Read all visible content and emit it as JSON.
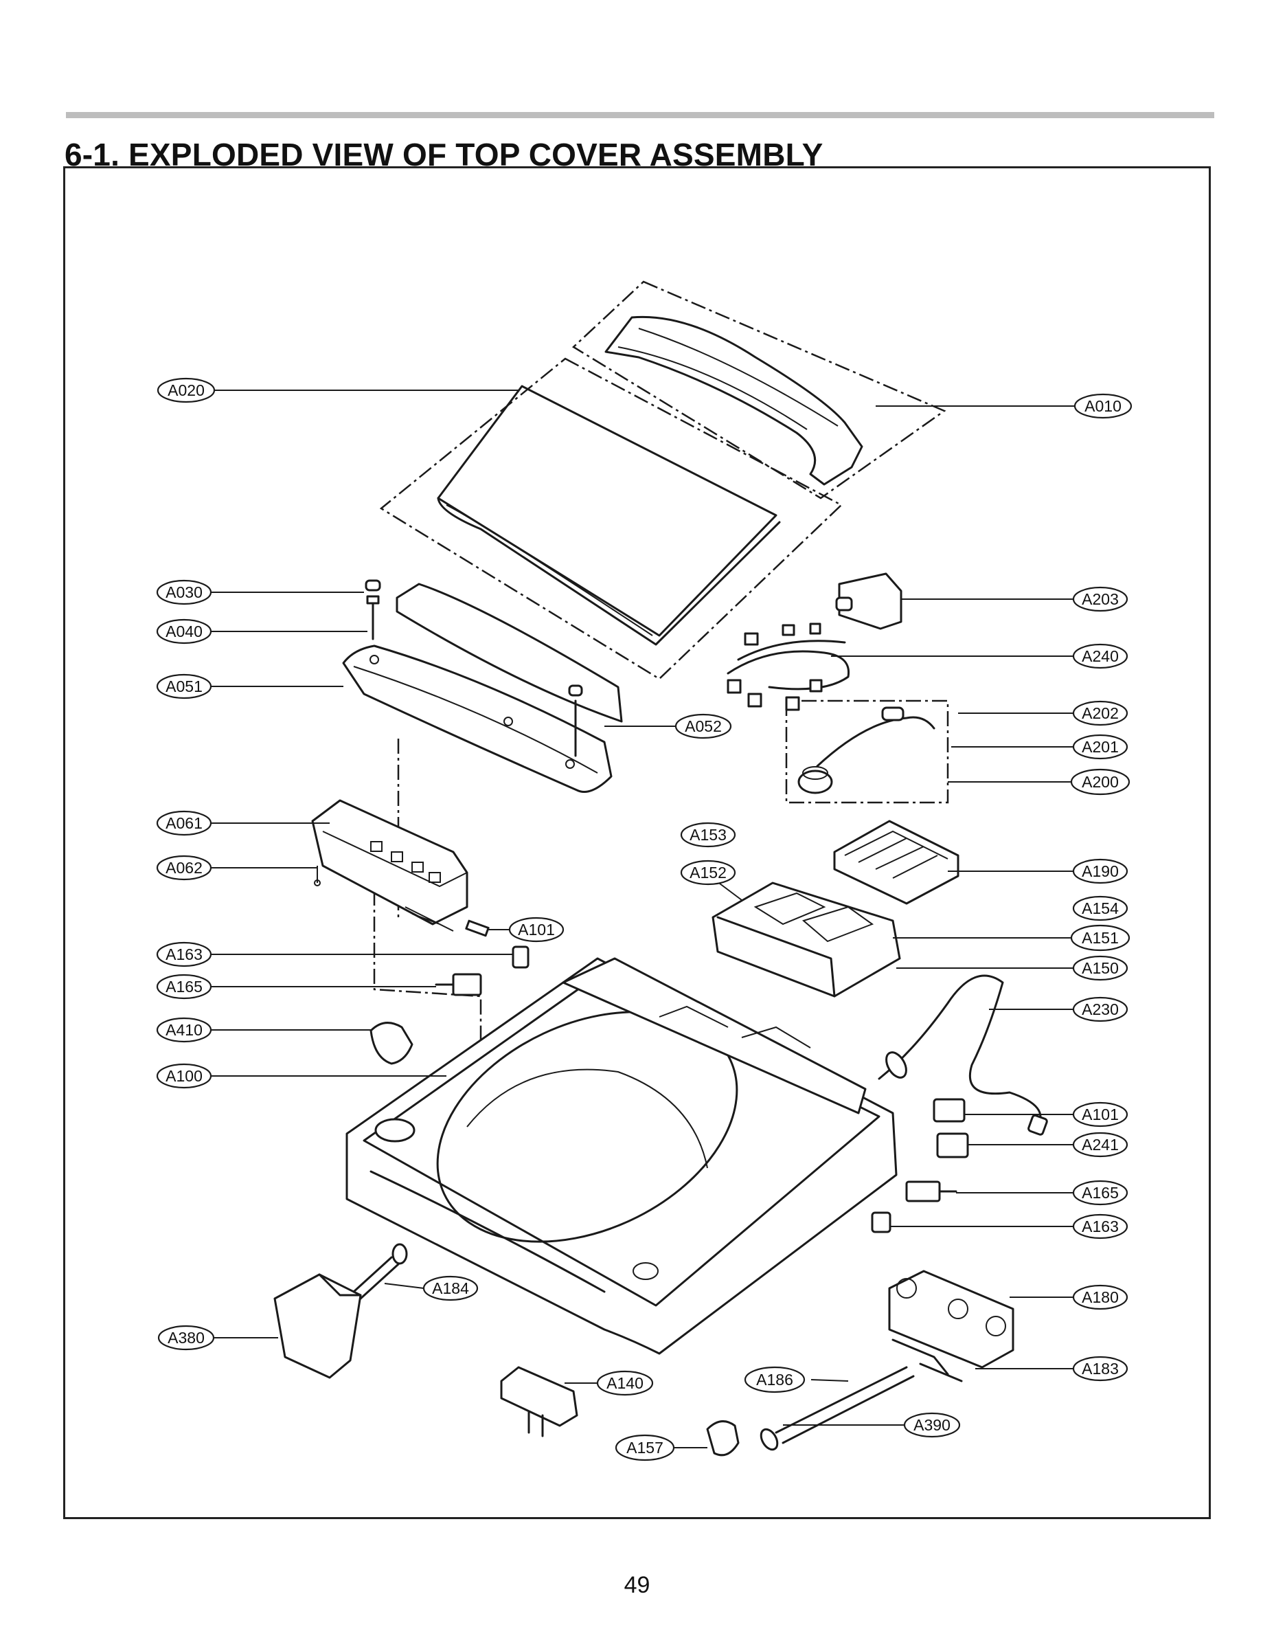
{
  "header": {
    "title": "6-1. EXPLODED VIEW OF TOP COVER ASSEMBLY"
  },
  "footer": {
    "page_number": "49"
  },
  "callouts": [
    "A020",
    "A010",
    "A030",
    "A040",
    "A051",
    "A203",
    "A240",
    "A202",
    "A201",
    "A200",
    "A052",
    "A061",
    "A153",
    "A062",
    "A152",
    "A190",
    "A154",
    "A101",
    "A151",
    "A163",
    "A150",
    "A165",
    "A230",
    "A410",
    "A100",
    "A101",
    "A241",
    "A165",
    "A163",
    "A184",
    "A180",
    "A380",
    "A183",
    "A140",
    "A186",
    "A390",
    "A157"
  ]
}
